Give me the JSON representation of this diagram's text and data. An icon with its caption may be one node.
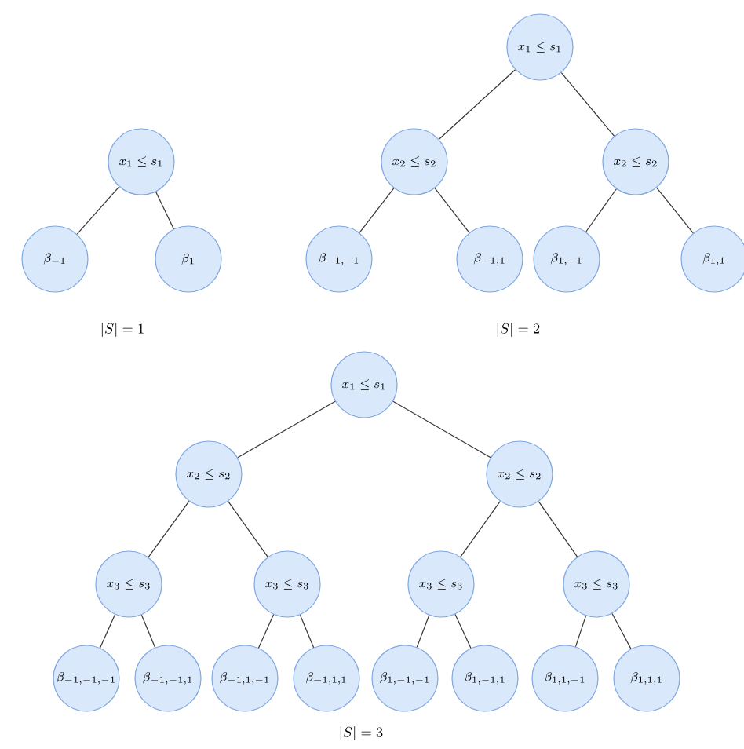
{
  "diagram": {
    "nodes": [
      {
        "text": [
          "x_1 \\leq s_1"
        ]
      },
      {
        "text": [
          "\\beta_{-1}"
        ]
      },
      {
        "text": [
          "\\beta_{1}"
        ]
      },
      {
        "text": [
          "x_1 \\leq s_1"
        ]
      },
      {
        "text": [
          "x_2 \\leq s_2"
        ]
      },
      {
        "text": [
          "x_2 \\leq s_2"
        ]
      },
      {
        "text": [
          "\\beta_{-1,-1}"
        ]
      },
      {
        "text": [
          "\\beta_{-1,1}"
        ]
      },
      {
        "text": [
          "\\beta_{1,-1}"
        ]
      },
      {
        "text": [
          "\\beta_{1,1}"
        ]
      },
      {
        "text": [
          "x_1 \\leq s_1"
        ]
      },
      {
        "text": [
          "x_2 \\leq s_2"
        ]
      },
      {
        "text": [
          "x_2 \\leq s_2"
        ]
      },
      {
        "text": [
          "x_3 \\leq s_3"
        ]
      },
      {
        "text": [
          "x_3 \\leq s_3"
        ]
      },
      {
        "text": [
          "x_3 \\leq s_3"
        ]
      },
      {
        "text": [
          "x_3 \\leq s_3"
        ]
      },
      {
        "text": [
          "\\beta_{-1,-1,-1}"
        ]
      },
      {
        "text": [
          "\\beta_{-1,-1,1}"
        ]
      },
      {
        "text": [
          "\\beta_{-1,1,-1}"
        ]
      },
      {
        "text": [
          "\\beta_{-1,1,1}"
        ]
      },
      {
        "text": [
          "\\beta_{1,-1,-1}"
        ]
      },
      {
        "text": [
          "\\beta_{1,-1,1}"
        ]
      },
      {
        "text": [
          "\\beta_{1,1,-1}"
        ]
      },
      {
        "text": [
          "\\beta_{1,1,1}"
        ]
      }
    ],
    "edges": [
      {
        "from": 0,
        "to": 1,
        "arrow": "none"
      },
      {
        "from": 0,
        "to": 2,
        "arrow": "none"
      },
      {
        "from": 3,
        "to": 4,
        "arrow": "none"
      },
      {
        "from": 3,
        "to": 5,
        "arrow": "none"
      },
      {
        "from": 4,
        "to": 6,
        "arrow": "none"
      },
      {
        "from": 4,
        "to": 7,
        "arrow": "none"
      },
      {
        "from": 5,
        "to": 8,
        "arrow": "none"
      },
      {
        "from": 5,
        "to": 9,
        "arrow": "none"
      },
      {
        "from": 10,
        "to": 11,
        "arrow": "none"
      },
      {
        "from": 10,
        "to": 12,
        "arrow": "none"
      },
      {
        "from": 11,
        "to": 13,
        "arrow": "none"
      },
      {
        "from": 11,
        "to": 14,
        "arrow": "none"
      },
      {
        "from": 12,
        "to": 15,
        "arrow": "none"
      },
      {
        "from": 12,
        "to": 16,
        "arrow": "none"
      },
      {
        "from": 13,
        "to": 17,
        "arrow": "none"
      },
      {
        "from": 13,
        "to": 18,
        "arrow": "none"
      },
      {
        "from": 14,
        "to": 19,
        "arrow": "none"
      },
      {
        "from": 14,
        "to": 20,
        "arrow": "none"
      },
      {
        "from": 15,
        "to": 21,
        "arrow": "none"
      },
      {
        "from": 15,
        "to": 22,
        "arrow": "none"
      },
      {
        "from": 16,
        "to": 23,
        "arrow": "none"
      },
      {
        "from": 16,
        "to": 24,
        "arrow": "none"
      }
    ],
    "labels": [
      "|S| = 1",
      "|S| = 2",
      "|S| = 3"
    ]
  }
}
